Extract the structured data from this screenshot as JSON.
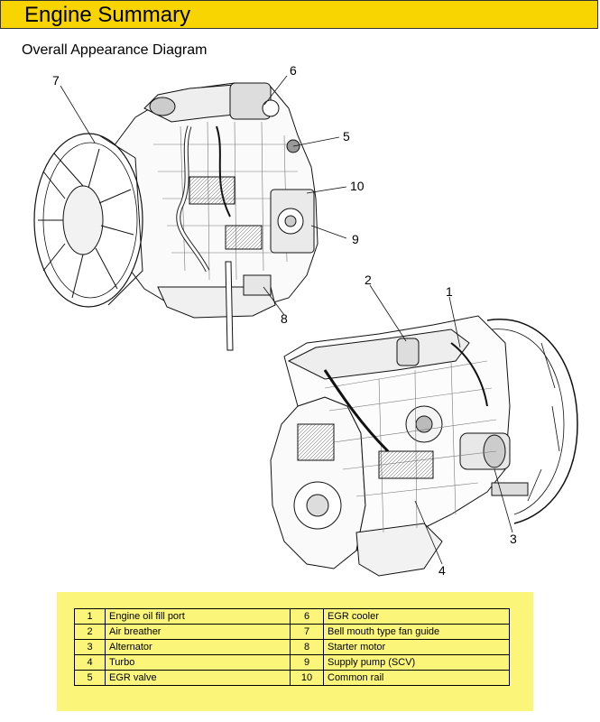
{
  "header": {
    "title": "Engine Summary"
  },
  "diagram": {
    "title": "Overall Appearance Diagram",
    "callouts": [
      "1",
      "2",
      "3",
      "4",
      "5",
      "6",
      "7",
      "8",
      "9",
      "10"
    ]
  },
  "legend": {
    "rows": [
      {
        "left_num": "1",
        "left_name": "Engine oil fill port",
        "right_num": "6",
        "right_name": "EGR cooler"
      },
      {
        "left_num": "2",
        "left_name": "Air breather",
        "right_num": "7",
        "right_name": "Bell mouth type fan guide"
      },
      {
        "left_num": "3",
        "left_name": "Alternator",
        "right_num": "8",
        "right_name": "Starter motor"
      },
      {
        "left_num": "4",
        "left_name": "Turbo",
        "right_num": "9",
        "right_name": "Supply pump (SCV)"
      },
      {
        "left_num": "5",
        "left_name": "EGR valve",
        "right_num": "10",
        "right_name": "Common rail"
      }
    ]
  },
  "colors": {
    "title_bar": "#f8d400",
    "legend_background": "#fbf67a"
  }
}
